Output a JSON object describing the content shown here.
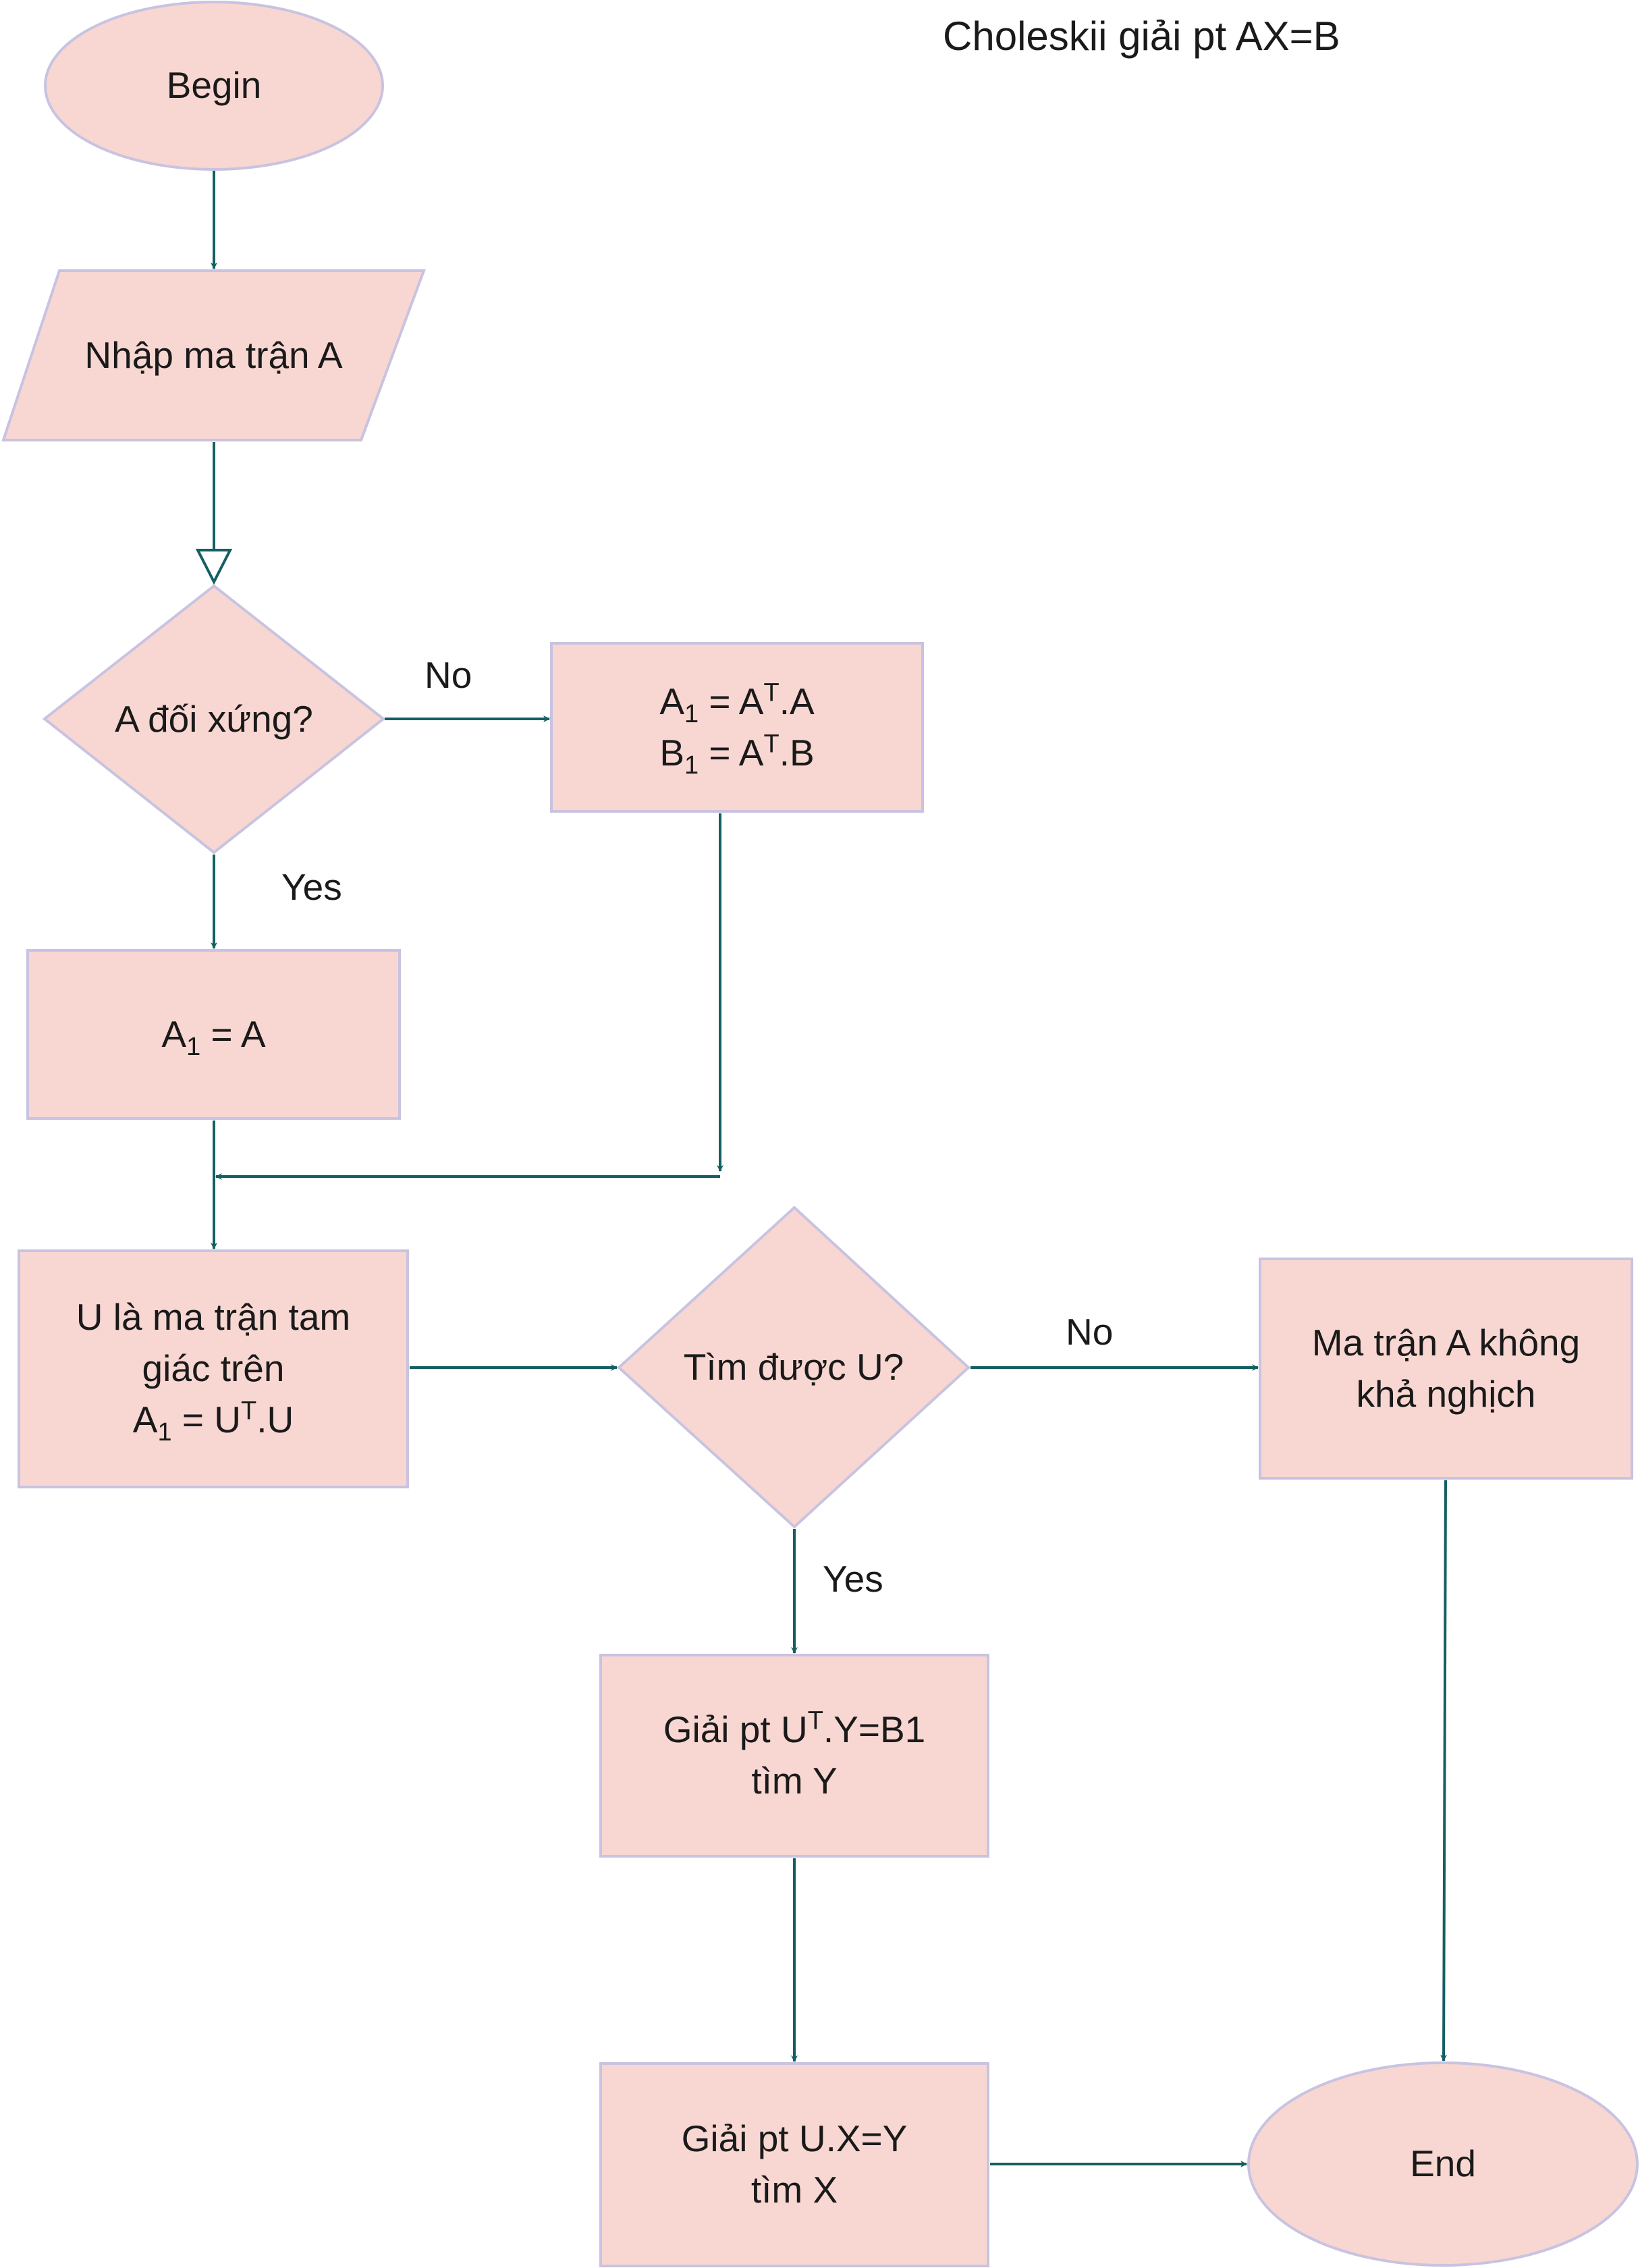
{
  "title": "Choleskii giải pt AX=B",
  "colors": {
    "fill": "#f8d7d2",
    "stroke": "#c8c3e0",
    "arrow": "#145f63",
    "text": "#1a1a1a"
  },
  "nodes": {
    "begin": "Begin",
    "input": "Nhập ma trận A",
    "decision_sym": "A đối xứng?",
    "transform": {
      "l1_a": "A",
      "l1_sub": "1",
      "l1_b": " = A",
      "l1_sup": "T",
      "l1_c": ".A",
      "l2_a": "B",
      "l2_sub": "1",
      "l2_b": " = A",
      "l2_sup": "T",
      "l2_c": ".B"
    },
    "assign": {
      "a": "A",
      "sub": "1",
      "b": " = A"
    },
    "decompose": {
      "line1": "U là ma trận tam",
      "line2": "giác trên",
      "l3_a": "A",
      "l3_sub": "1",
      "l3_b": " = U",
      "l3_sup": "T",
      "l3_c": ".U"
    },
    "decision_u": "Tìm được U?",
    "not_invertible": {
      "line1": "Ma trận A không",
      "line2": "khả nghịch"
    },
    "solve_y": {
      "l1_a": "Giải pt U",
      "l1_sup": "T",
      "l1_b": ".Y=B1",
      "line2": "tìm Y"
    },
    "solve_x": {
      "line1": "Giải pt U.X=Y",
      "line2": "tìm X"
    },
    "end": "End"
  },
  "edge_labels": {
    "sym_no": "No",
    "sym_yes": "Yes",
    "u_no": "No",
    "u_yes": "Yes"
  }
}
